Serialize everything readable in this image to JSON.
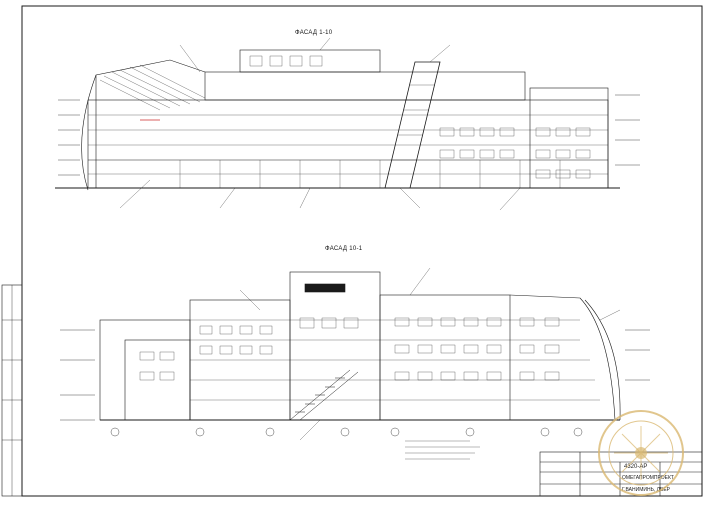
{
  "drawing": {
    "facade_top_title": "ФАСАД 1-10",
    "facade_bottom_title": "ФАСАД 10-1"
  },
  "title_block": {
    "code": "4320-АР",
    "org_line1": "ОМЕГАПРОМПРОЕКТ",
    "org_line2": "Г.ВАНИМИНЬ, ДВЕР"
  },
  "seal": {
    "kind": "round-gold-seal",
    "color": "#d9b870"
  },
  "colors": {
    "line": "#1a1a1a",
    "accent_red": "#cc2b2b",
    "paper": "#ffffff"
  }
}
